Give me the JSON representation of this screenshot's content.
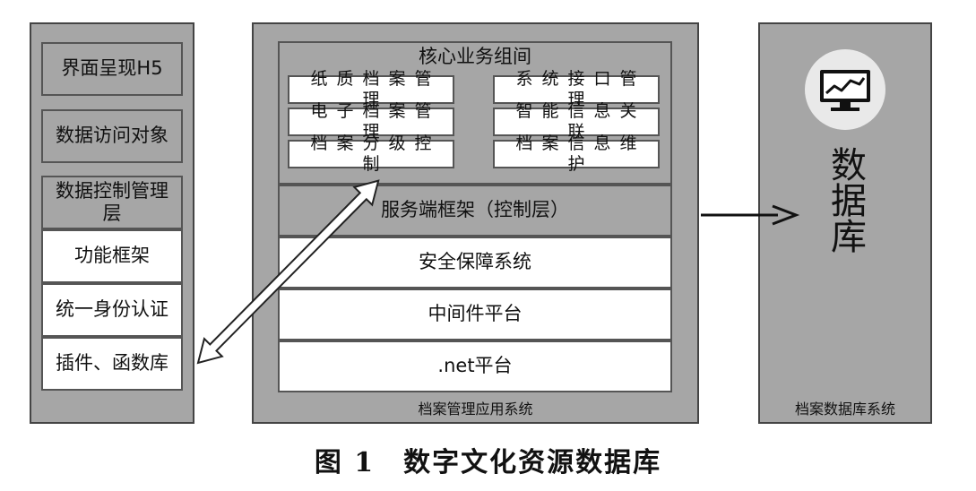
{
  "left_column": {
    "boxes": [
      "界面呈现H5",
      "数据访问对象"
    ],
    "control_layer": {
      "title": "数据控制管理层",
      "items": [
        "功能框架",
        "统一身份认证",
        "插件、函数库"
      ]
    }
  },
  "center_panel": {
    "core": {
      "title": "核心业务组间",
      "left_items": [
        "纸质档案管理",
        "电子档案管理",
        "档案分级控制"
      ],
      "right_items": [
        "系统接口管理",
        "智能信息关联",
        "档案信息维护"
      ]
    },
    "server_framework": "服务端框架（控制层）",
    "layers": [
      "安全保障系统",
      "中间件平台",
      ".net平台"
    ],
    "caption": "档案管理应用系统"
  },
  "right_panel": {
    "icon": "monitor-chart-icon",
    "title": "数据库",
    "caption": "档案数据库系统"
  },
  "figure_caption": "图 1　数字文化资源数据库",
  "colors": {
    "panel": "#a6a6a6",
    "border": "#444444",
    "box_white": "#ffffff",
    "icon_circle": "#e9e9e9",
    "arrow": "#111111"
  }
}
